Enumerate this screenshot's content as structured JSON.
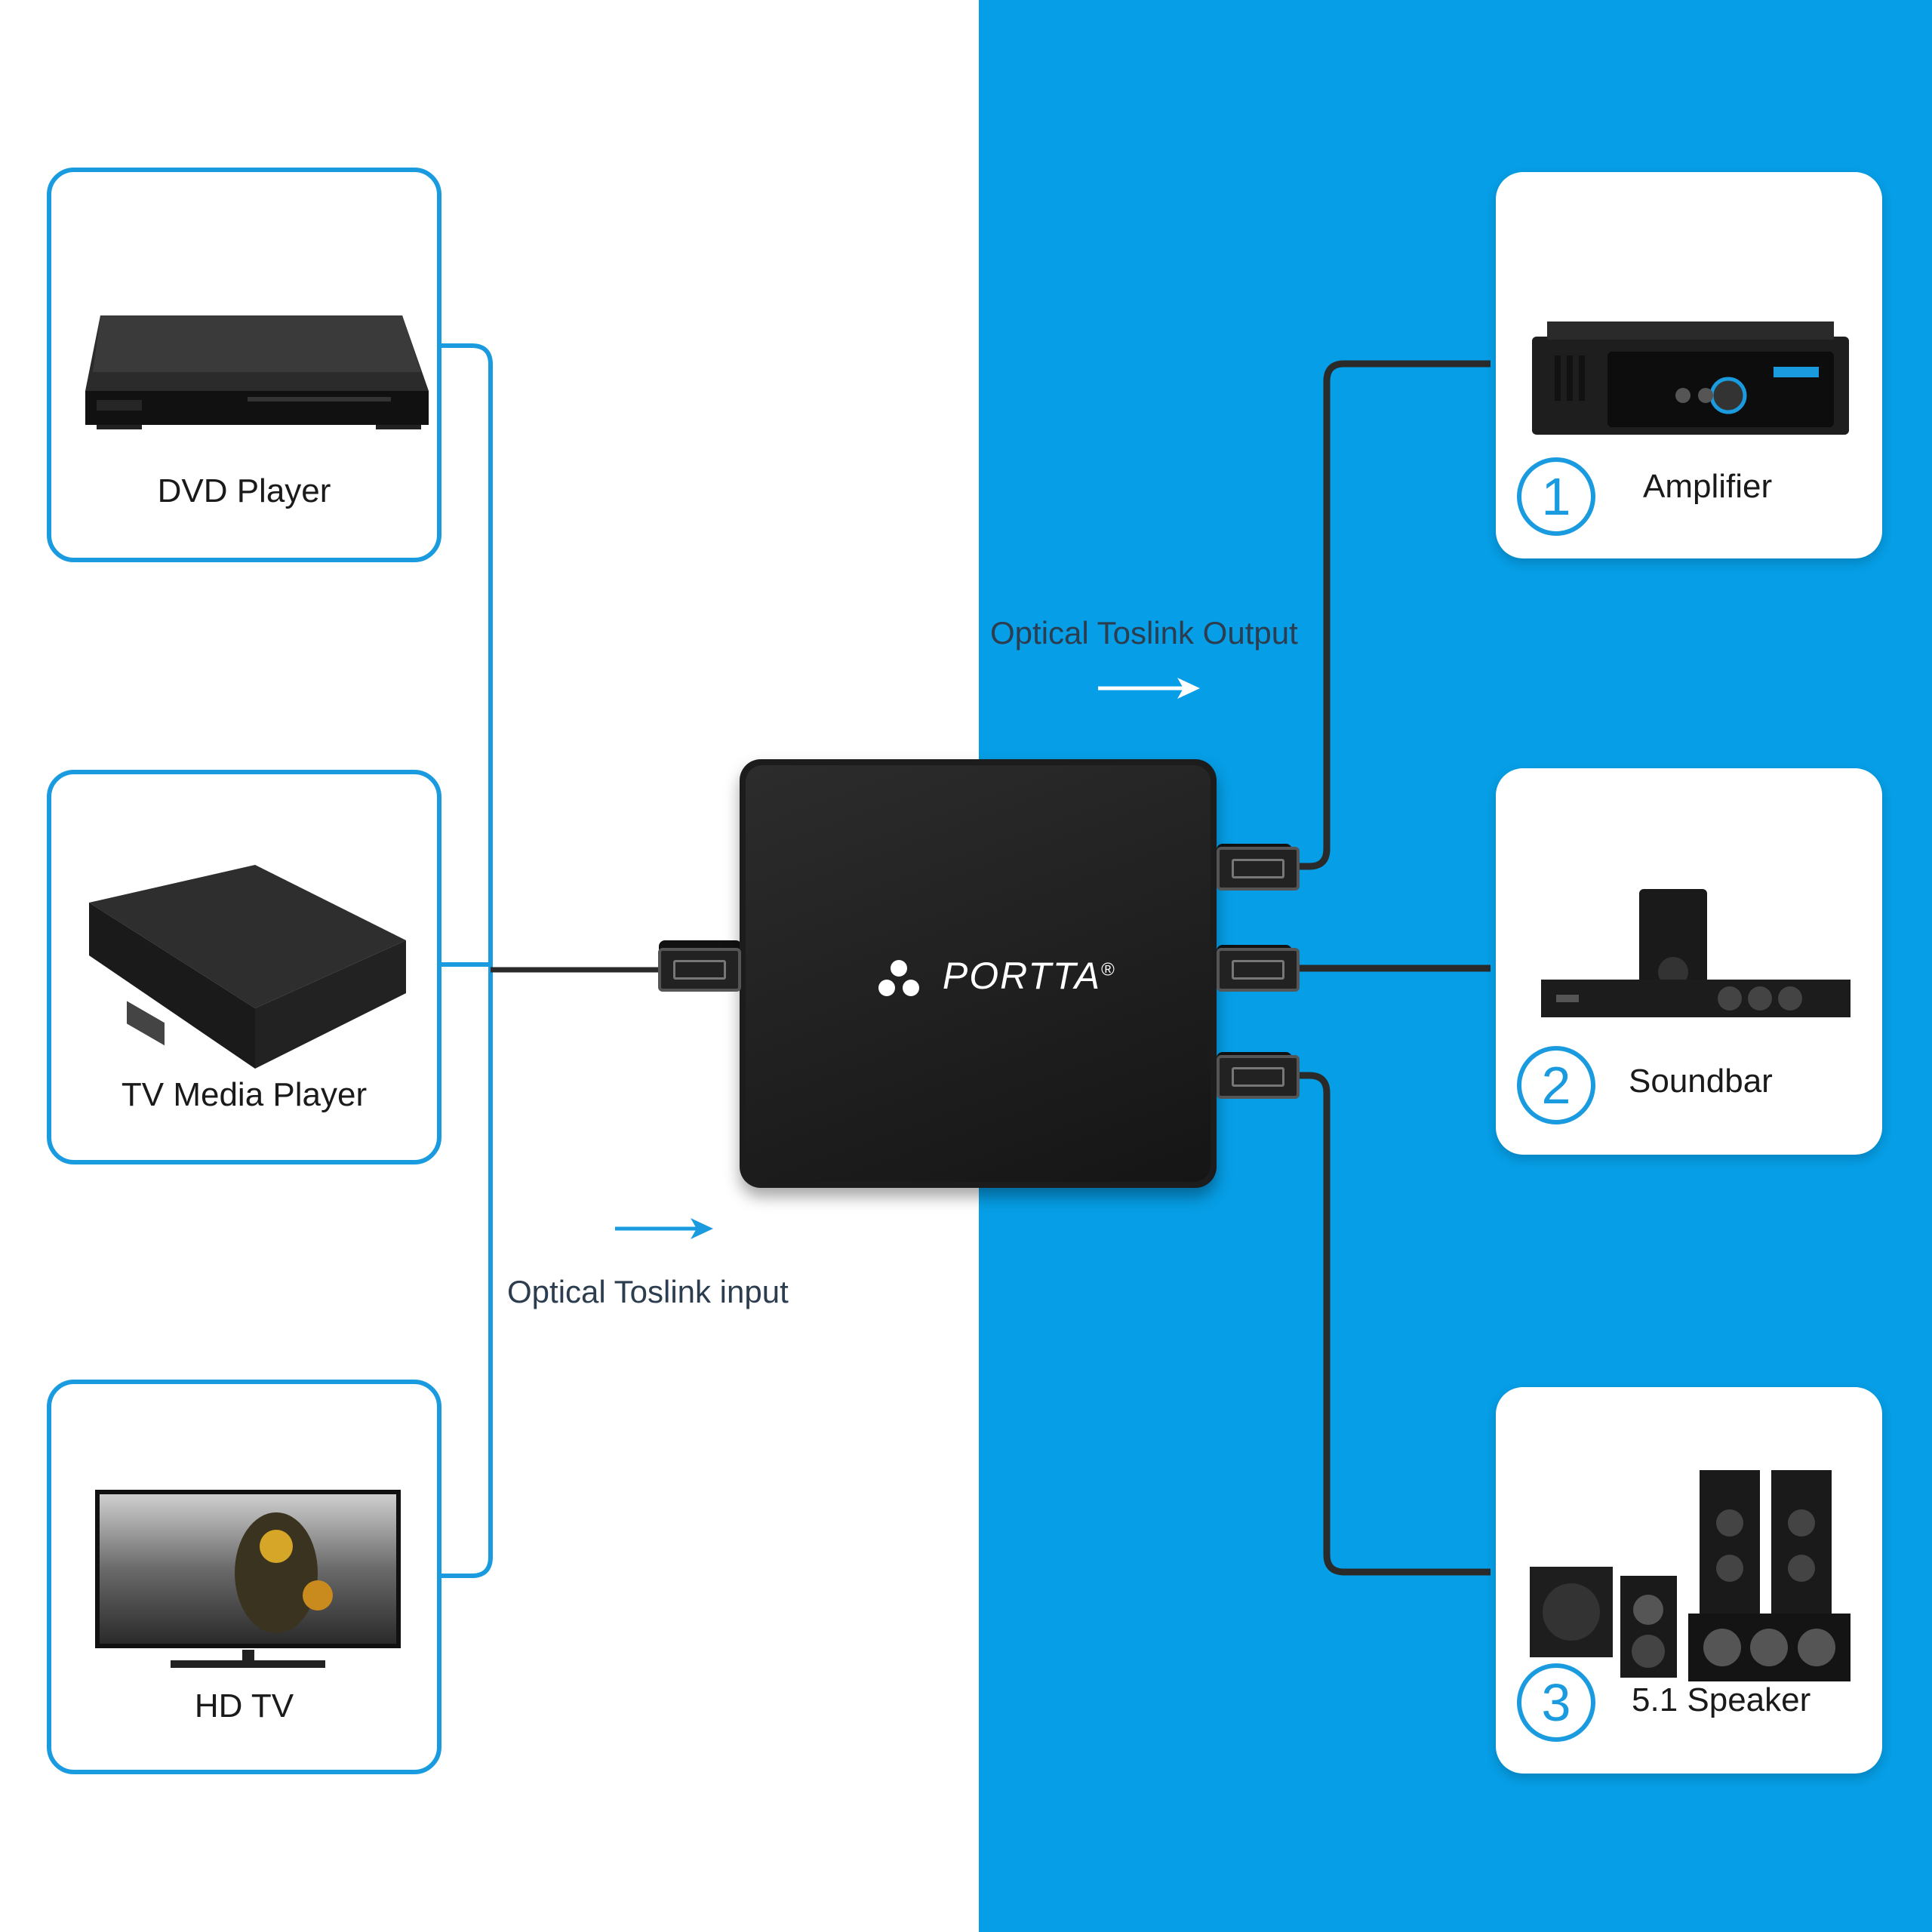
{
  "sources": [
    {
      "label": "DVD Player",
      "icon": "dvd-player-icon"
    },
    {
      "label": "TV Media Player",
      "icon": "media-player-icon"
    },
    {
      "label": "HD TV",
      "icon": "hd-tv-icon"
    }
  ],
  "outputs": [
    {
      "number": "1",
      "label": "Amplifier",
      "icon": "amplifier-icon"
    },
    {
      "number": "2",
      "label": "Soundbar",
      "icon": "soundbar-icon"
    },
    {
      "number": "3",
      "label": "5.1 Speaker",
      "icon": "speaker-system-icon"
    }
  ],
  "hub": {
    "brand": "PORTTA",
    "registered": "®"
  },
  "labels": {
    "output": "Optical Toslink Output",
    "input": "Optical Toslink  input"
  },
  "colors": {
    "accent_blue": "#1a9be0",
    "background_blue": "#069ee6",
    "hub_black": "#1c1c1c",
    "cable": "#2a2a2a"
  }
}
